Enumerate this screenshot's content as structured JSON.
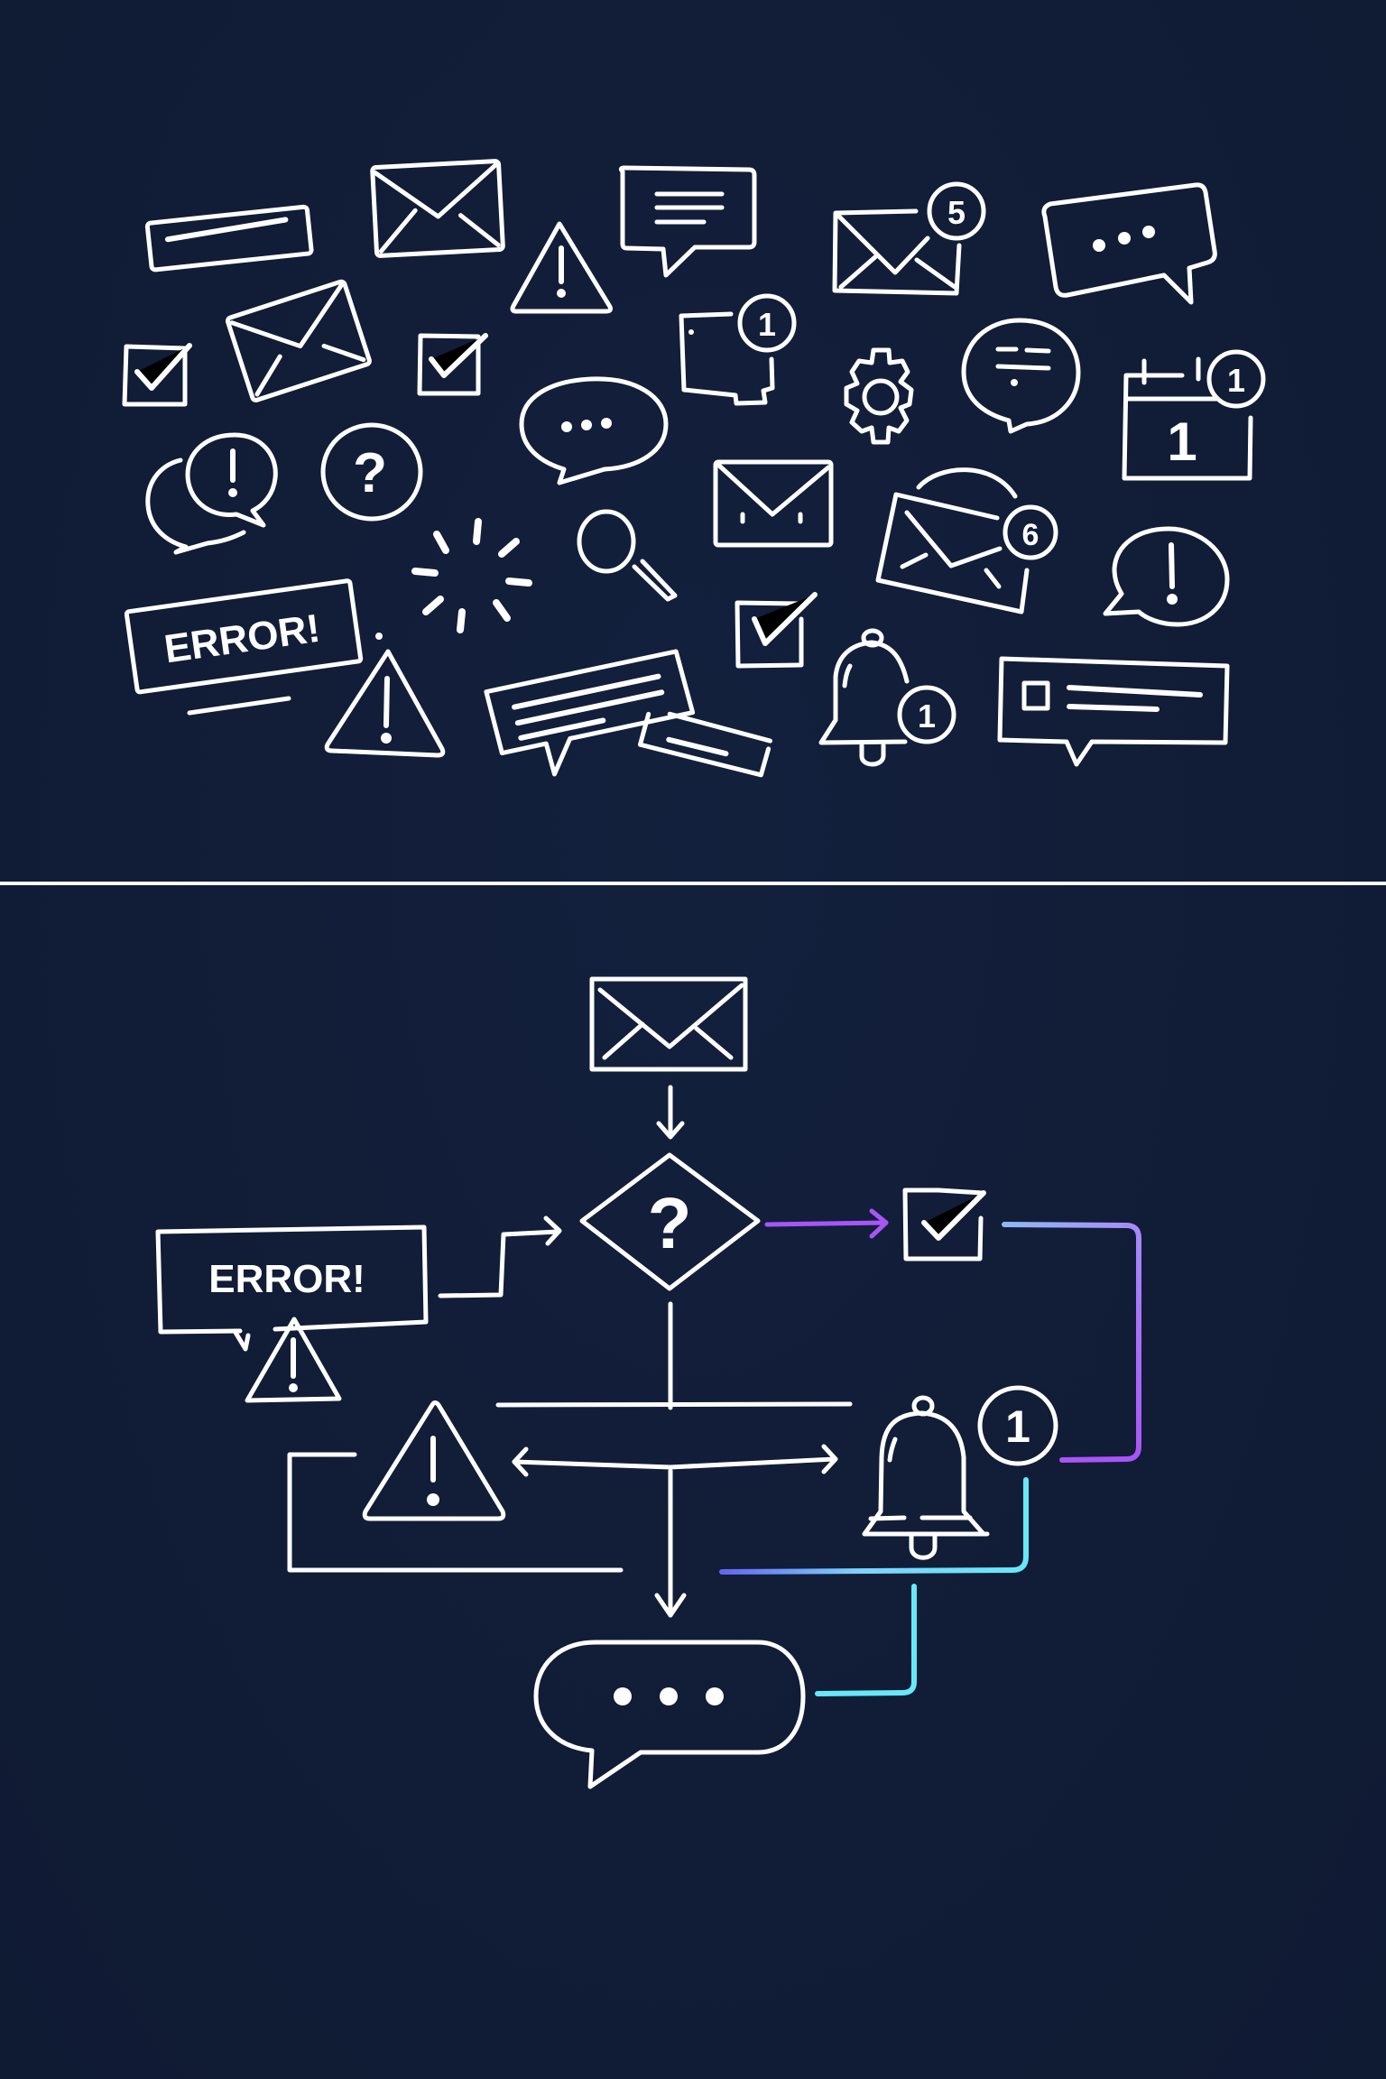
{
  "palette": {
    "background": "#111d38",
    "stroke": "#ffffff",
    "purple": "#a855f7",
    "violet": "#8b5cf6",
    "indigo": "#6366f1",
    "cyan": "#67e8f9"
  },
  "top_panel": {
    "description": "Chaotic scatter of notification icons",
    "icons": [
      {
        "name": "banner-bar-icon"
      },
      {
        "name": "envelope-icon"
      },
      {
        "name": "warning-triangle-icon"
      },
      {
        "name": "text-speech-bubble-icon"
      },
      {
        "name": "envelope-badge-icon",
        "badge": "5"
      },
      {
        "name": "ellipsis-speech-bubble-icon"
      },
      {
        "name": "checkbox-icon"
      },
      {
        "name": "envelope-tilted-icon"
      },
      {
        "name": "checkbox-icon"
      },
      {
        "name": "square-bubble-badge-icon",
        "badge": "1"
      },
      {
        "name": "gear-icon"
      },
      {
        "name": "round-speech-bubble-icon"
      },
      {
        "name": "calendar-badge-icon",
        "badge": "1",
        "date": "1"
      },
      {
        "name": "exclamation-bubbles-icon"
      },
      {
        "name": "question-circle-icon"
      },
      {
        "name": "ellipsis-oval-bubble-icon"
      },
      {
        "name": "envelope-icon"
      },
      {
        "name": "magnifier-icon"
      },
      {
        "name": "loading-spinner-icon"
      },
      {
        "name": "envelope-refresh-badge-icon",
        "badge": "6"
      },
      {
        "name": "exclamation-bubble-icon"
      },
      {
        "name": "error-box-icon",
        "label": "ERROR!"
      },
      {
        "name": "warning-triangle-icon"
      },
      {
        "name": "text-speech-bubble-icon"
      },
      {
        "name": "banner-bar-icon"
      },
      {
        "name": "checkbox-icon"
      },
      {
        "name": "bell-badge-icon",
        "badge": "1"
      },
      {
        "name": "list-speech-bubble-icon"
      }
    ],
    "labels": {
      "error": "ERROR!",
      "badge_envelope": "5",
      "badge_square_bubble": "1",
      "badge_calendar": "1",
      "calendar_date": "1",
      "badge_envelope_refresh": "6",
      "badge_bell": "1"
    }
  },
  "bottom_panel": {
    "description": "Organized notification flowchart",
    "nodes": {
      "start": {
        "name": "envelope-node"
      },
      "decision": {
        "name": "decision-diamond",
        "symbol": "?"
      },
      "error": {
        "name": "error-node",
        "label": "ERROR!"
      },
      "success": {
        "name": "checkbox-node"
      },
      "warning": {
        "name": "warning-node"
      },
      "bell": {
        "name": "bell-node",
        "badge": "1"
      },
      "message": {
        "name": "message-bubble-node"
      }
    },
    "labels": {
      "error": "ERROR!",
      "decision": "?",
      "bell_badge": "1"
    }
  }
}
